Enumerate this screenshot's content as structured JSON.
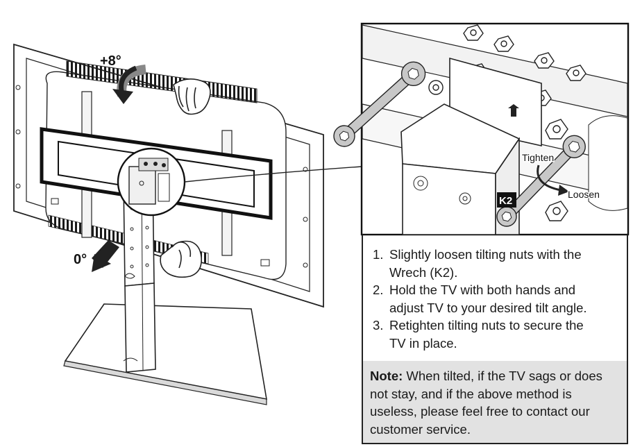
{
  "labels": {
    "tilt_up": "+8°",
    "tilt_zero": "0°",
    "tighten": "Tighten",
    "loosen": "Loosen",
    "part": "K2"
  },
  "steps": [
    {
      "num": "1.",
      "line1": "Slightly loosen tilting nuts with the",
      "line2": "Wrech (K2)."
    },
    {
      "num": "2.",
      "line1": "Hold the TV with both hands and",
      "line2": "adjust TV to your desired tilt angle."
    },
    {
      "num": "3.",
      "line1": "Retighten tilting nuts to secure the",
      "line2": "TV in place."
    }
  ],
  "note": {
    "label": "Note:",
    "text": " When tilted, if the TV sags or does not stay, and if the above method is useless, please feel free to contact our customer service."
  }
}
